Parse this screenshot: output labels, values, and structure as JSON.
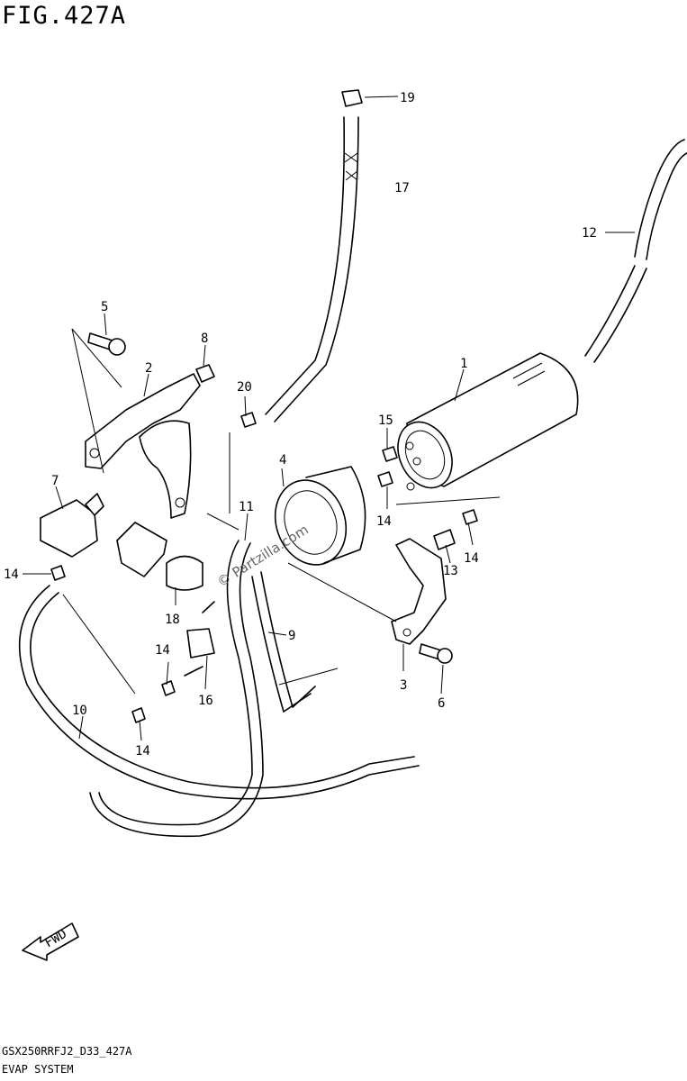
{
  "figure_title": "FIG.427A",
  "watermark": "© Partzilla.com",
  "fwd_label": "FWD",
  "footer": {
    "code": "GSX250RRFJ2_D33_427A",
    "name": "EVAP SYSTEM"
  },
  "callouts": [
    {
      "id": "c1",
      "text": "1"
    },
    {
      "id": "c2",
      "text": "2"
    },
    {
      "id": "c3",
      "text": "3"
    },
    {
      "id": "c4",
      "text": "4"
    },
    {
      "id": "c5",
      "text": "5"
    },
    {
      "id": "c6",
      "text": "6"
    },
    {
      "id": "c7",
      "text": "7"
    },
    {
      "id": "c8",
      "text": "8"
    },
    {
      "id": "c9",
      "text": "9"
    },
    {
      "id": "c10",
      "text": "10"
    },
    {
      "id": "c11",
      "text": "11"
    },
    {
      "id": "c12",
      "text": "12"
    },
    {
      "id": "c13",
      "text": "13"
    },
    {
      "id": "c14a",
      "text": "14"
    },
    {
      "id": "c14b",
      "text": "14"
    },
    {
      "id": "c14c",
      "text": "14"
    },
    {
      "id": "c14d",
      "text": "14"
    },
    {
      "id": "c14e",
      "text": "14"
    },
    {
      "id": "c15",
      "text": "15"
    },
    {
      "id": "c16",
      "text": "16"
    },
    {
      "id": "c17",
      "text": "17"
    },
    {
      "id": "c18",
      "text": "18"
    },
    {
      "id": "c19",
      "text": "19"
    },
    {
      "id": "c20",
      "text": "20"
    }
  ]
}
